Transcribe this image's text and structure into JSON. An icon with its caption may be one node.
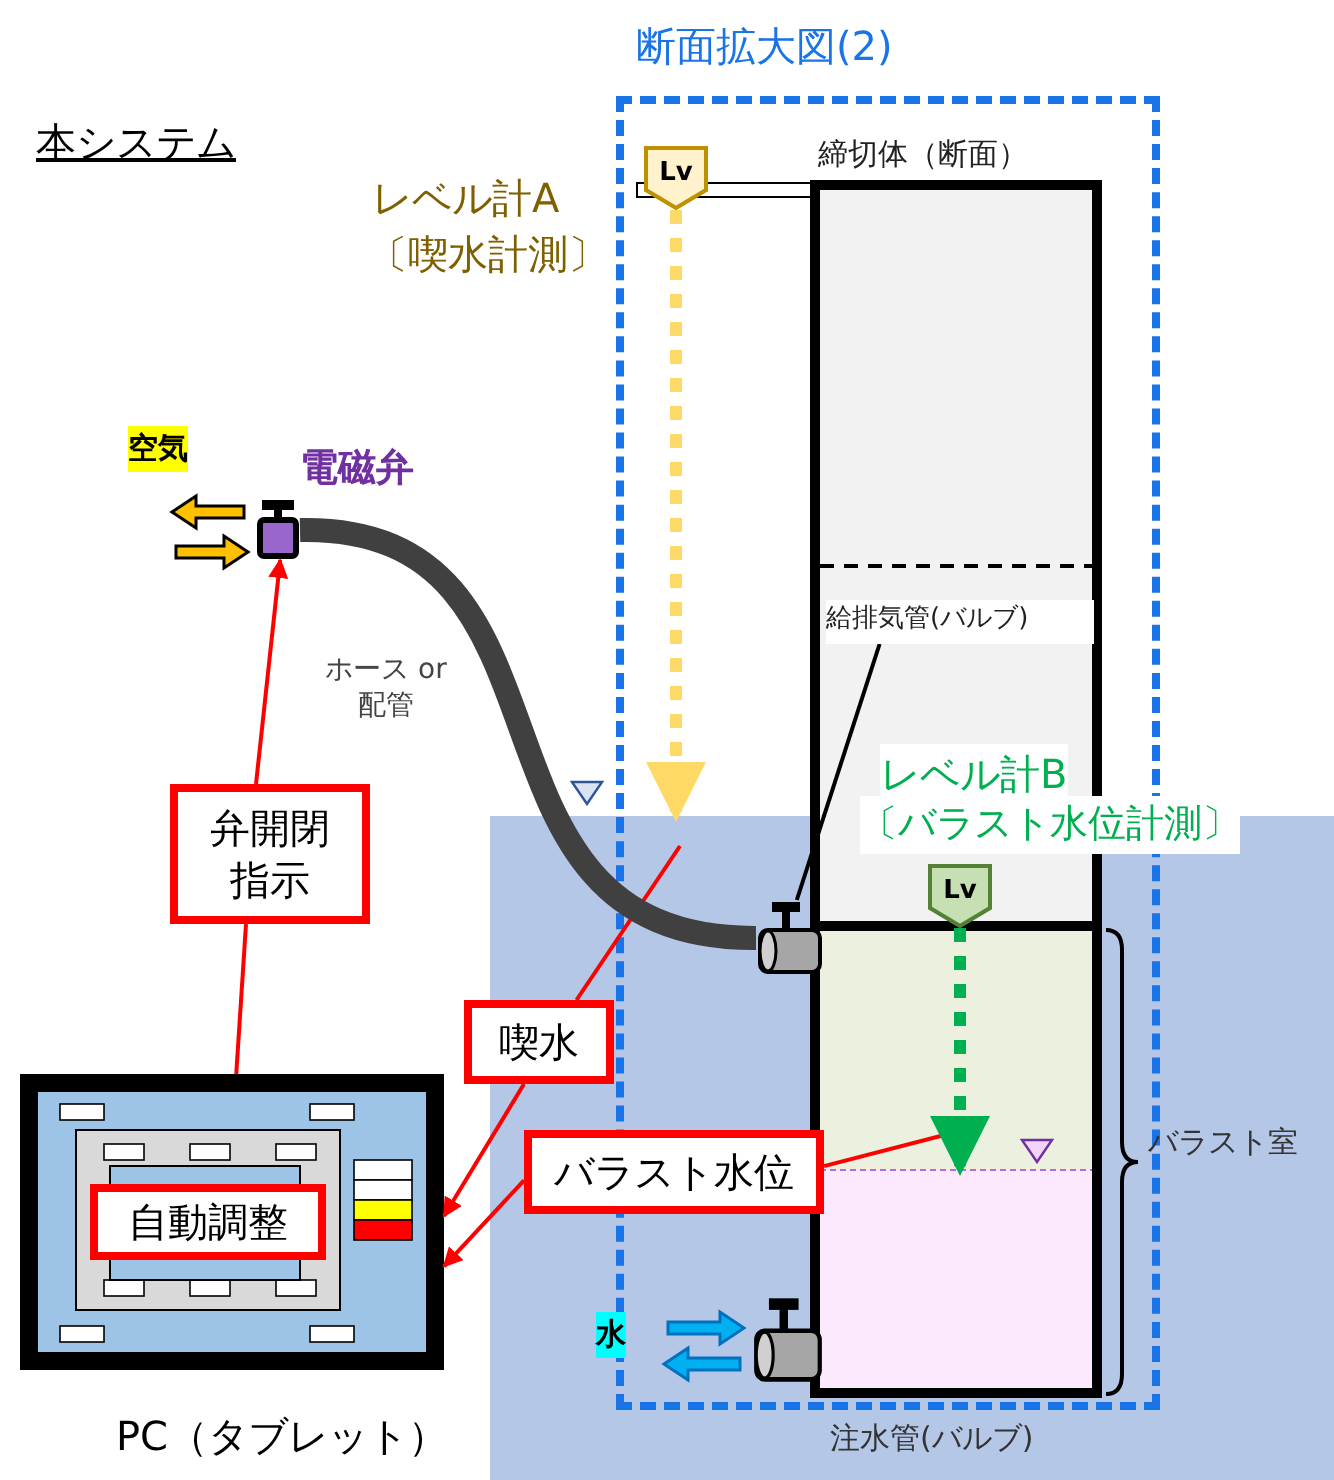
{
  "diagram": {
    "nodes": [
      {
        "text": [
          "断面拡大図(2)"
        ]
      },
      {
        "text": [
          "締切体（断面）"
        ],
        "in": 0
      },
      {
        "text": [
          "Lv"
        ],
        "in": 0,
        "beside": [
          "レベル計A",
          "〔喫水計測〕"
        ]
      },
      {
        "text": [
          "給排気管(バルブ)"
        ],
        "in": 1
      },
      {
        "text": [
          "Lv"
        ],
        "in": 1,
        "beside": [
          "レベル計B",
          "〔バラスト水位計測〕"
        ]
      },
      {
        "text": [],
        "shape": "picture",
        "in": 0
      },
      {
        "text": [],
        "shape": "picture",
        "in": 0,
        "beside": [
          "注水管(バルブ)"
        ]
      },
      {
        "text": [],
        "shape": "box",
        "beside": [
          "電磁弁"
        ]
      },
      {
        "text": [
          "弁開閉指示"
        ]
      },
      {
        "text": [
          "喫水"
        ]
      },
      {
        "text": [
          "バラスト水位"
        ]
      },
      {
        "text": [
          "PC（タブレット）"
        ]
      },
      {
        "text": [
          "自動調整"
        ],
        "in": 11
      }
    ],
    "edges": [
      {
        "from": 11,
        "to": 8,
        "arrow": "none"
      },
      {
        "from": 8,
        "to": 7,
        "arrow": "to"
      },
      {
        "from": null,
        "to": 9,
        "arrow": "none"
      },
      {
        "from": 9,
        "to": 11,
        "arrow": "to"
      },
      {
        "from": null,
        "to": 10,
        "arrow": "none"
      },
      {
        "from": 10,
        "to": 11,
        "arrow": "to"
      },
      {
        "from": 2,
        "to": null,
        "arrow": "to",
        "style": "dashed",
        "color": "#ffd966"
      },
      {
        "from": 4,
        "to": null,
        "arrow": "to",
        "style": "dashed",
        "color": "#00b050"
      },
      {
        "from": 7,
        "to": 5,
        "arrow": "none",
        "style": "thick",
        "color": "#404040",
        "label": "ホース or 配管"
      },
      {
        "from": 3,
        "to": 5,
        "arrow": "none",
        "color": "#000000"
      }
    ],
    "labels": [
      "本システム",
      "空気",
      "水",
      "バラスト室"
    ]
  }
}
